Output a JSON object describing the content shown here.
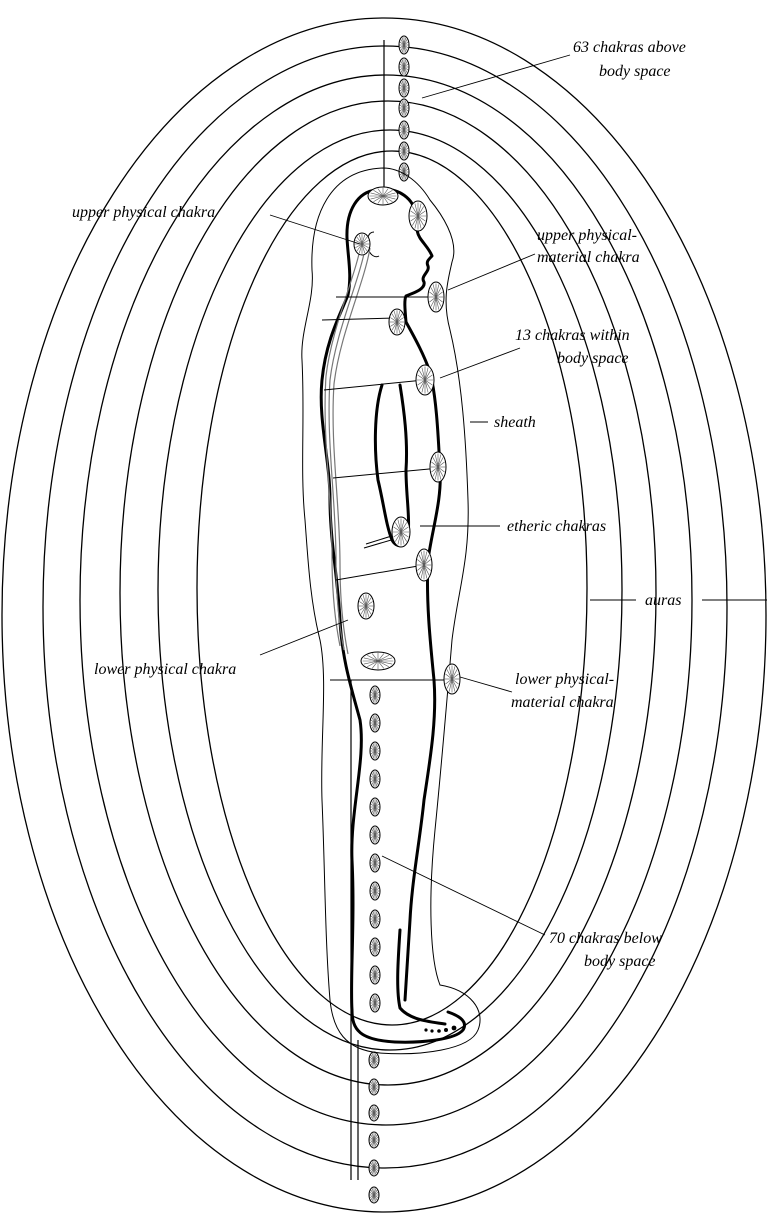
{
  "labels": {
    "above_1": "63 chakras above",
    "above_2": "body space",
    "upper_physical": "upper physical chakra",
    "upper_material_1": "upper physical-",
    "upper_material_2": "material chakra",
    "within_1": "13 chakras within",
    "within_2": "body space",
    "sheath": "sheath",
    "etheric": "etheric chakras",
    "auras": "auras",
    "lower_physical": "lower physical chakra",
    "lower_material_1": "lower physical-",
    "lower_material_2": "material chakra",
    "below_1": "70 chakras below",
    "below_2": "body space"
  },
  "colors": {
    "line": "#000000",
    "spine": "#777777",
    "background": "#ffffff"
  }
}
